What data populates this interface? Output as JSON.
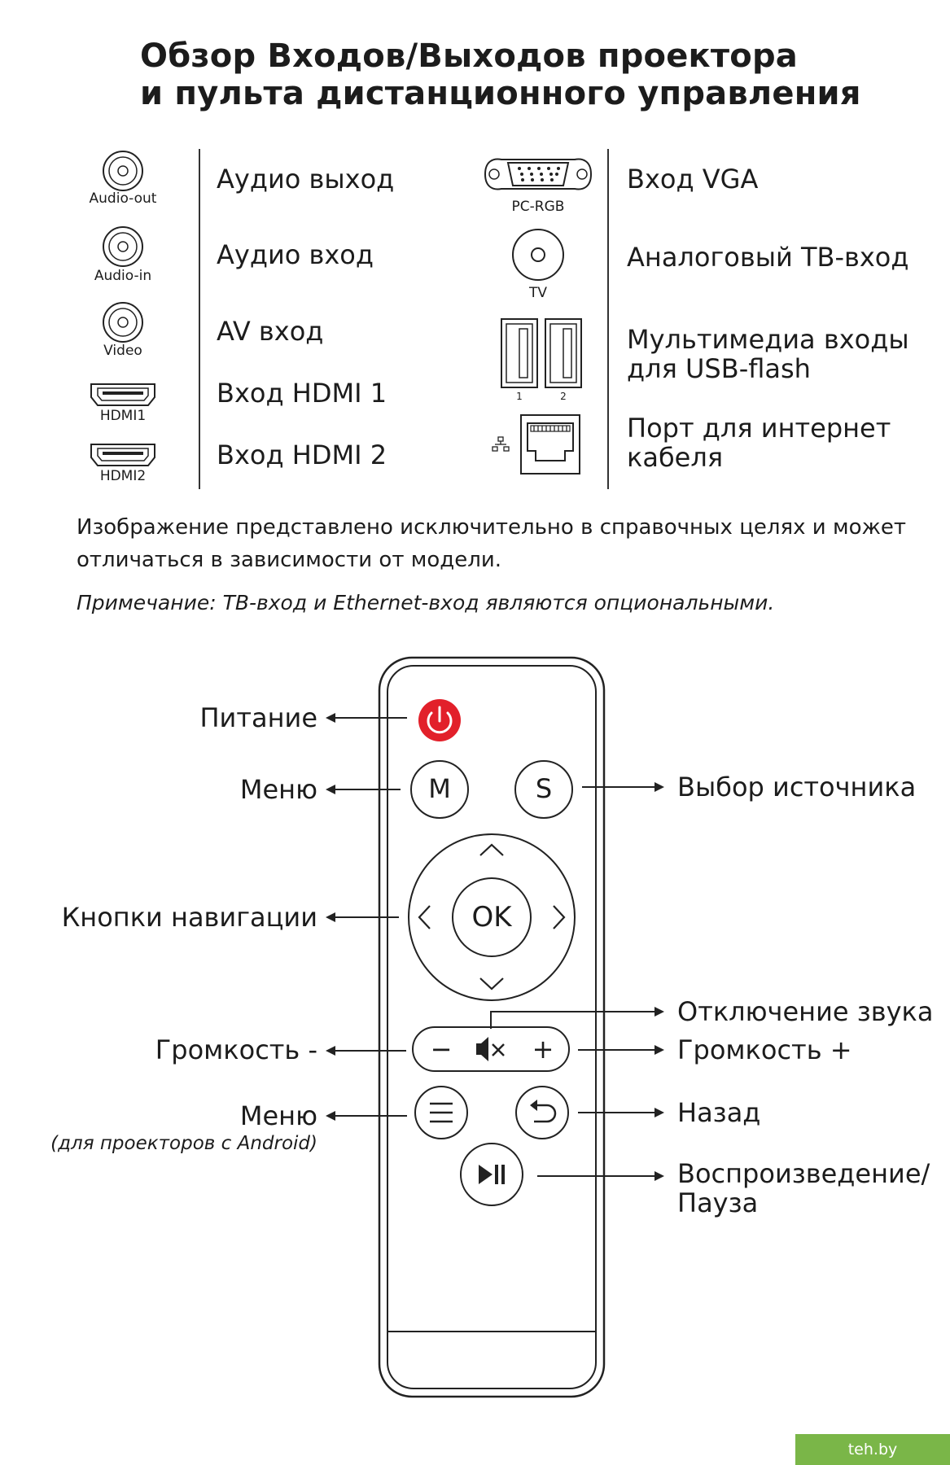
{
  "title": {
    "line1": "Обзор Входов/Выходов проектора",
    "line2": "и пульта дистанционного управления"
  },
  "ports_left": [
    {
      "icon": "rca-jack-icon",
      "small": "Audio-out",
      "label": "Аудио выход"
    },
    {
      "icon": "rca-jack-icon",
      "small": "Audio-in",
      "label": "Аудио вход"
    },
    {
      "icon": "rca-jack-icon",
      "small": "Video",
      "label": "AV вход"
    },
    {
      "icon": "hdmi-port-icon",
      "small": "HDMI1",
      "label": "Вход HDMI 1"
    },
    {
      "icon": "hdmi-port-icon",
      "small": "HDMI2",
      "label": "Вход HDMI 2"
    }
  ],
  "ports_right": [
    {
      "icon": "vga-port-icon",
      "small": "PC-RGB",
      "label": "Вход VGA"
    },
    {
      "icon": "tv-coax-icon",
      "small": "TV",
      "label": "Аналоговый ТВ-вход"
    },
    {
      "icon": "usb-ports-icon",
      "small1": "1",
      "small2": "2",
      "label1": "Мультимедиа входы",
      "label2": "для USB-flash"
    },
    {
      "icon": "ethernet-port-icon",
      "label1": "Порт для интернет",
      "label2": "кабеля"
    }
  ],
  "disclaimer": {
    "line1": "Изображение представлено исключительно в справочных целях и может",
    "line2": "отличаться в зависимости от модели."
  },
  "note": "Примечание: ТВ-вход и Ethernet-вход являются опциональными.",
  "remote": {
    "left_labels": {
      "power": "Питание",
      "menu": "Меню",
      "nav": "Кнопки навигации",
      "vol_down": "Громкость -",
      "menu_android": "Меню",
      "menu_android_sub": "(для проекторов с Android)"
    },
    "right_labels": {
      "source": "Выбор источника",
      "mute": "Отключение звука",
      "vol_up": "Громкость +",
      "back": "Назад",
      "play1": "Воспроизведение/",
      "play2": "Пауза"
    },
    "buttons": {
      "m": "M",
      "s": "S",
      "ok": "OK",
      "minus": "−",
      "plus": "+"
    },
    "power_color": "#e2202a"
  },
  "watermark": "teh.by"
}
